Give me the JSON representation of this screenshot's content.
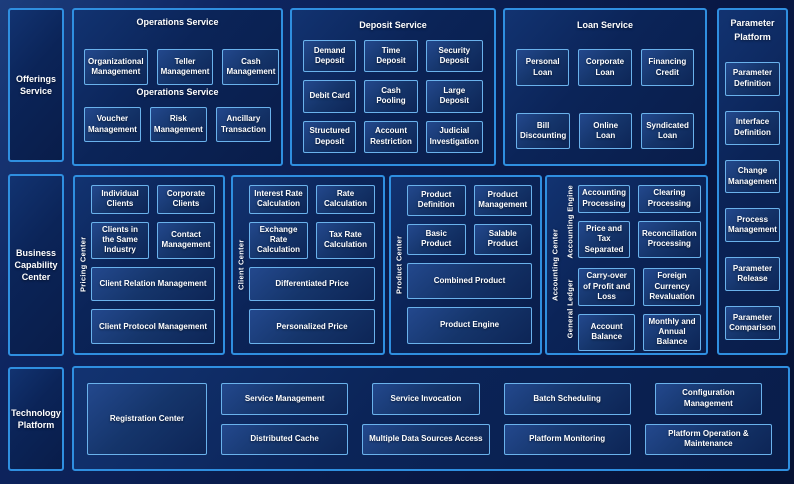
{
  "colors": {
    "section_border": "#2f8fe0",
    "box_border": "#6ab2ec",
    "text": "#ffffff",
    "background": "#0a1d4e"
  },
  "rails": {
    "offerings": "Offerings Service",
    "business": "Business Capability Center",
    "technology": "Technology Platform"
  },
  "operations_service": {
    "title": "Operations Service",
    "subtitle": "Operations Service",
    "row1": [
      "Organizational Management",
      "Teller Management",
      "Cash Management"
    ],
    "row2": [
      "Voucher Management",
      "Risk Management",
      "Ancillary Transaction"
    ]
  },
  "deposit_service": {
    "title": "Deposit Service",
    "items": [
      "Demand Deposit",
      "Time Deposit",
      "Security Deposit",
      "Debit Card",
      "Cash Pooling",
      "Large Deposit",
      "Structured Deposit",
      "Account Restriction",
      "Judicial Investigation"
    ]
  },
  "loan_service": {
    "title": "Loan Service",
    "row1": [
      "Personal Loan",
      "Corporate Loan",
      "Financing Credit"
    ],
    "row2": [
      "Bill Discounting",
      "Online Loan",
      "Syndicated Loan"
    ]
  },
  "parameter_platform": {
    "title": "Parameter Platform",
    "items": [
      "Parameter Definition",
      "Interface Definition",
      "Change Management",
      "Process Management",
      "Parameter Release",
      "Parameter Comparison"
    ]
  },
  "pricing_center": {
    "label": "Pricing Center",
    "grid": [
      "Individual Clients",
      "Corporate Clients",
      "Clients in the Same Industry",
      "Contact Management"
    ],
    "wide": [
      "Client Relation Management",
      "Client Protocol Management"
    ]
  },
  "client_center": {
    "label": "Client Center",
    "grid": [
      "Interest Rate Calculation",
      "Rate Calculation",
      "Exchange Rate Calculation",
      "Tax Rate Calculation"
    ],
    "wide": [
      "Differentiated Price",
      "Personalized Price"
    ]
  },
  "product_center": {
    "label": "Product Center",
    "grid": [
      "Product Definition",
      "Product Management",
      "Basic Product",
      "Salable Product"
    ],
    "wide": [
      "Combined Product",
      "Product Engine"
    ]
  },
  "accounting_center": {
    "label": "Accounting Center",
    "groups": [
      {
        "label": "Accounting Engine",
        "items": [
          "Accounting Processing",
          "Clearing Processing",
          "Price and Tax Separated",
          "Reconciliation Processing"
        ]
      },
      {
        "label": "General Ledger",
        "items": [
          "Carry-over of Profit and Loss",
          "Foreign Currency Revaluation",
          "Account Balance",
          "Monthly and Annual Balance"
        ]
      }
    ]
  },
  "technology_platform": {
    "registration": "Registration Center",
    "columns": [
      [
        "Service Management",
        "Distributed Cache"
      ],
      [
        "Service Invocation",
        "Multiple Data Sources Access"
      ],
      [
        "Batch Scheduling",
        "Platform Monitoring"
      ],
      [
        "Configuration Management",
        "Platform Operation & Maintenance"
      ]
    ]
  }
}
